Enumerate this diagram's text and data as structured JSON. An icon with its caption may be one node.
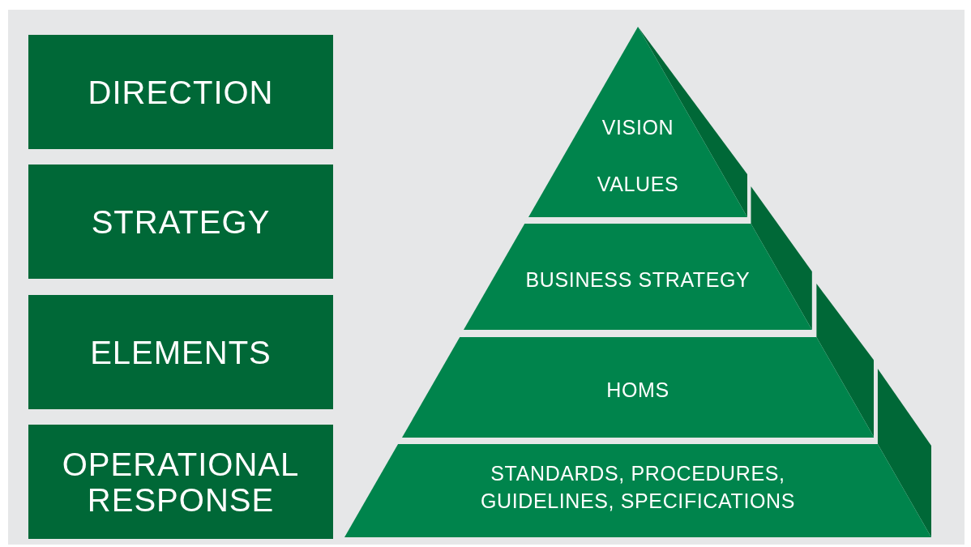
{
  "diagram": {
    "nodes": [
      {
        "text": [
          "DIRECTION"
        ]
      },
      {
        "text": [
          "STRATEGY"
        ]
      },
      {
        "text": [
          "ELEMENTS"
        ]
      },
      {
        "text": [
          "OPERATIONAL RESPONSE"
        ]
      },
      {
        "text": [
          "VISION",
          "VALUES"
        ]
      },
      {
        "text": [
          "BUSINESS STRATEGY"
        ]
      },
      {
        "text": [
          "HOMS"
        ]
      },
      {
        "text": [
          "STANDARDS, PROCEDURES, GUIDELINES, SPECIFICATIONS"
        ]
      }
    ]
  }
}
